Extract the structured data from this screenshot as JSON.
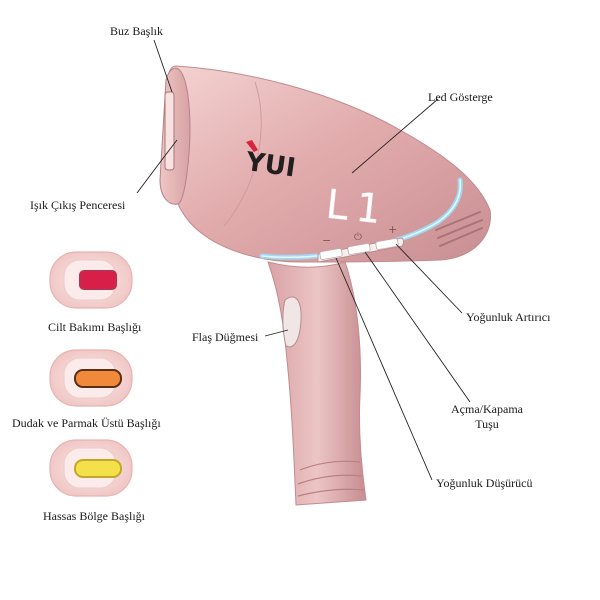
{
  "brand": "YUI",
  "display_text": "L1",
  "buttons": {
    "minus": "−",
    "power": "⏻",
    "plus": "+"
  },
  "labels": {
    "ice_head": "Buz Başlık",
    "led_indicator": "Led Gösterge",
    "light_window": "Işık Çıkış Penceresi",
    "flash_button": "Flaş Düğmesi",
    "intensity_up": "Yoğunluk Artırıcı",
    "power_button_line1": "Açma/Kapama",
    "power_button_line2": "Tuşu",
    "intensity_down": "Yoğunluk Düşürücü"
  },
  "attachments": [
    {
      "name": "Cilt Bakımı Başlığı",
      "filter_color": "#d81f4a"
    },
    {
      "name": "Dudak ve Parmak Üstü Başlığı",
      "filter_color": "#f08a3a"
    },
    {
      "name": "Hassas Bölge Başlığı",
      "filter_color": "#f3e04a"
    }
  ],
  "colors": {
    "body": "#e6b6b6",
    "accent_ring": "#9fd9f2"
  }
}
